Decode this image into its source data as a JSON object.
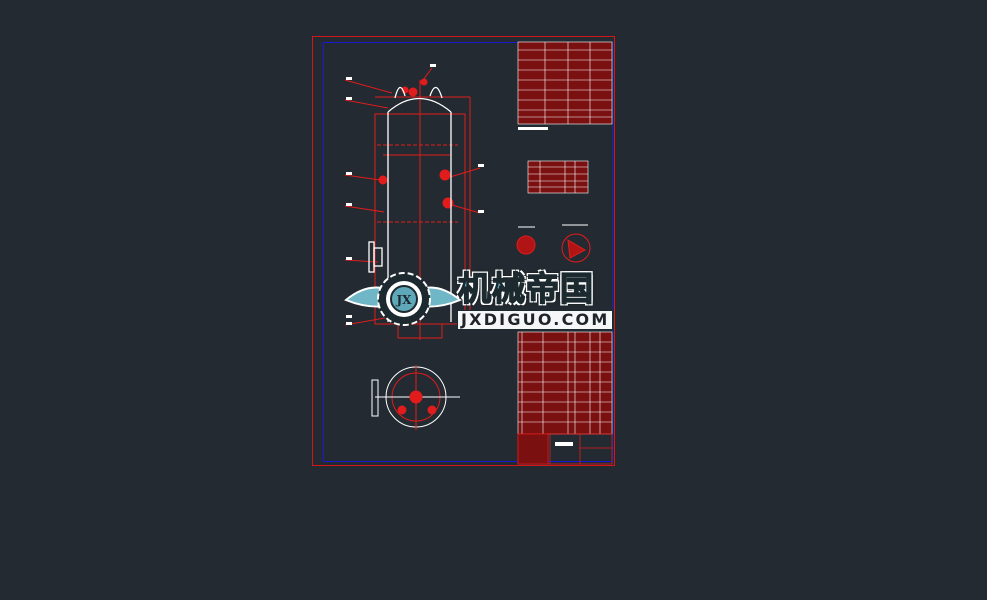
{
  "viewer": {
    "background": "#232a31",
    "colors": {
      "frame_outer": "#d01818",
      "frame_inner": "#1a1ad0",
      "geometry": "#e01c1c",
      "outline": "#ffffff"
    }
  },
  "drawing": {
    "subject": "vertical pressure vessel assembly drawing",
    "views": [
      "front-elevation",
      "top-view",
      "detail-A",
      "detail-B"
    ],
    "tables": [
      "technical-specification-table",
      "nozzle-table",
      "parts-list",
      "title-block"
    ]
  },
  "watermark": {
    "logo_text": "JX",
    "title": "机械帝国",
    "url": "JXDIGUO.COM"
  }
}
